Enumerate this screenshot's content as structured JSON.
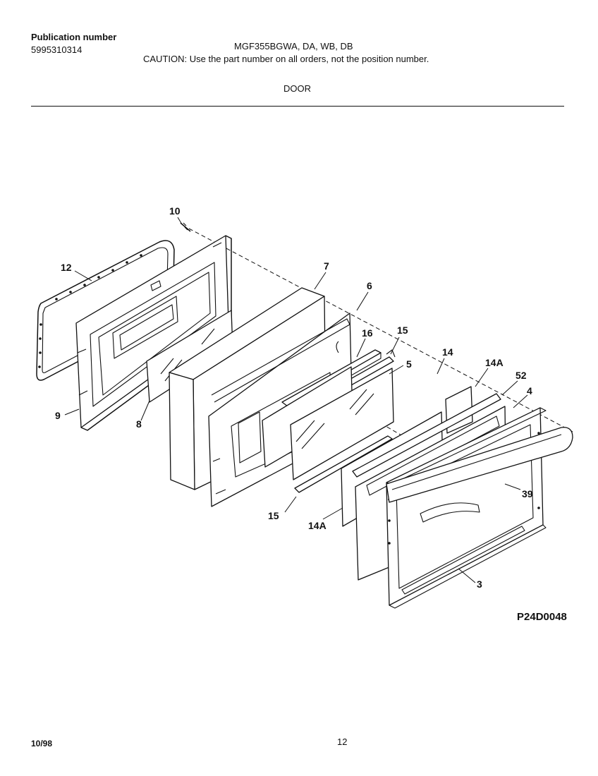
{
  "header": {
    "publication_label": "Publication number",
    "publication_number": "5995310314",
    "model": "MGF355BGWA, DA, WB, DB",
    "caution": "CAUTION:  Use the part number on all orders, not the position number.",
    "section_title": "DOOR"
  },
  "diagram": {
    "callouts": [
      "10",
      "12",
      "7",
      "6",
      "16",
      "15",
      "14",
      "14A",
      "52",
      "4",
      "5",
      "9",
      "8",
      "15",
      "39",
      "14A",
      "3"
    ],
    "reference_code": "P24D0048"
  },
  "footer": {
    "date": "10/98",
    "page_number": "12"
  }
}
